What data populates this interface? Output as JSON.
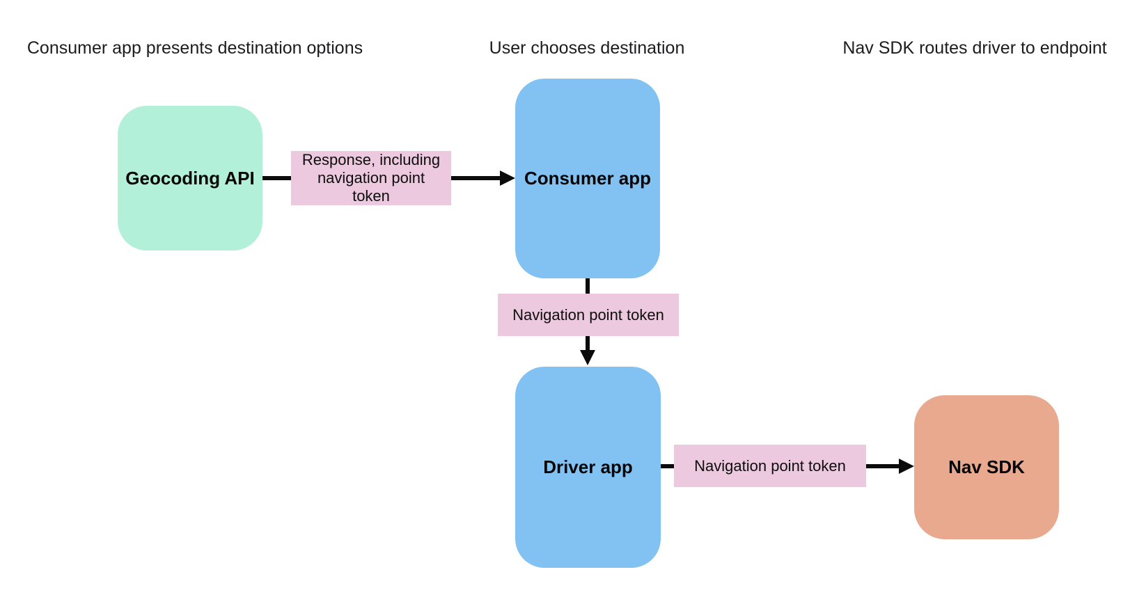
{
  "diagram": {
    "stage_titles": [
      "Consumer app presents destination options",
      "User chooses destination",
      "Nav SDK routes driver to endpoint"
    ],
    "nodes": {
      "geocoding_api": {
        "label": "Geocoding API",
        "fill": "#b2f0da"
      },
      "consumer_app": {
        "label": "Consumer app",
        "fill": "#81c2f2"
      },
      "driver_app": {
        "label": "Driver app",
        "fill": "#81c2f2"
      },
      "nav_sdk": {
        "label": "Nav SDK",
        "fill": "#e8a98f"
      }
    },
    "edge_labels": {
      "response": {
        "label": "Response, including navigation point token",
        "fill": "#ecc9de"
      },
      "token_consumer_to_driver": {
        "label": "Navigation point token",
        "fill": "#ecc9de"
      },
      "token_driver_to_navsdk": {
        "label": "Navigation point token",
        "fill": "#ecc9de"
      }
    },
    "arrow_color": "#0b0b0b",
    "background": "#ffffff"
  }
}
